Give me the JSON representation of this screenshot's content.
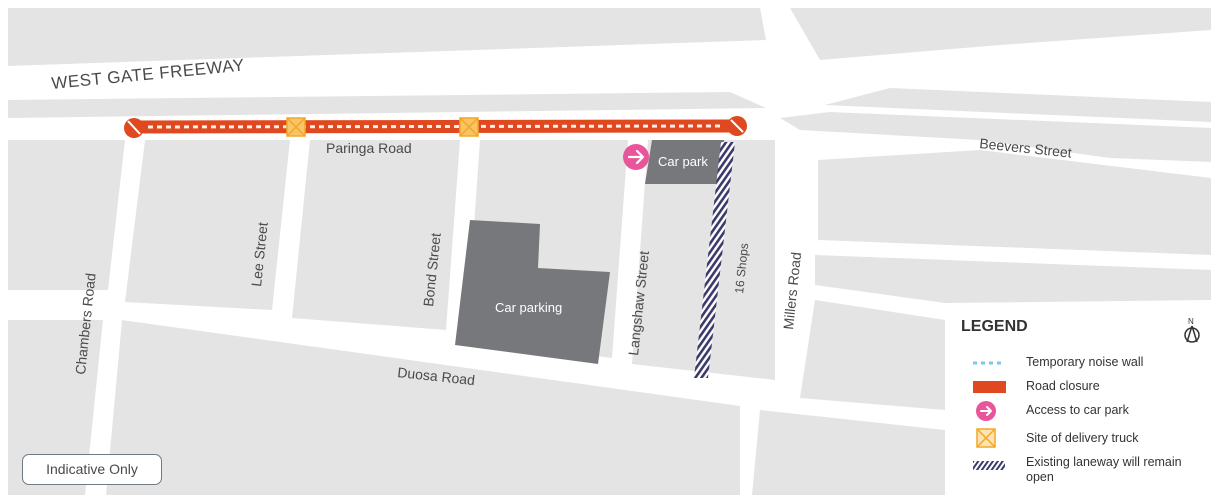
{
  "streets": {
    "west_gate_freeway": "WEST GATE FREEWAY",
    "paringa_road": "Paringa Road",
    "beevers_street": "Beevers Street",
    "chambers_road": "Chambers Road",
    "lee_street": "Lee Street",
    "bond_street": "Bond Street",
    "langshaw_street": "Langshaw Street",
    "shops": "16 Shops",
    "millers_road": "Millers Road",
    "duosa_road": "Duosa Road"
  },
  "places": {
    "car_park": "Car park",
    "car_parking": "Car parking"
  },
  "legend": {
    "title": "LEGEND",
    "compass_letter": "N",
    "items": [
      {
        "symbol": "noise-wall",
        "label": "Temporary noise wall"
      },
      {
        "symbol": "road-closure",
        "label": "Road closure"
      },
      {
        "symbol": "car-park-access-arrow",
        "label": "Access to car park"
      },
      {
        "symbol": "delivery-truck-site",
        "label": "Site of delivery truck"
      },
      {
        "symbol": "laneway-hatch",
        "label": "Existing laneway will remain open"
      }
    ]
  },
  "indicative_label": "Indicative Only",
  "colors": {
    "road_closure": "#e0491f",
    "noise_wall": "#7fc8e8",
    "access_pink": "#e8559a",
    "delivery_truck": "#f5a623",
    "laneway": "#3c3a6b",
    "building": "#76787c",
    "block": "#e4e4e4",
    "road": "#ffffff"
  }
}
